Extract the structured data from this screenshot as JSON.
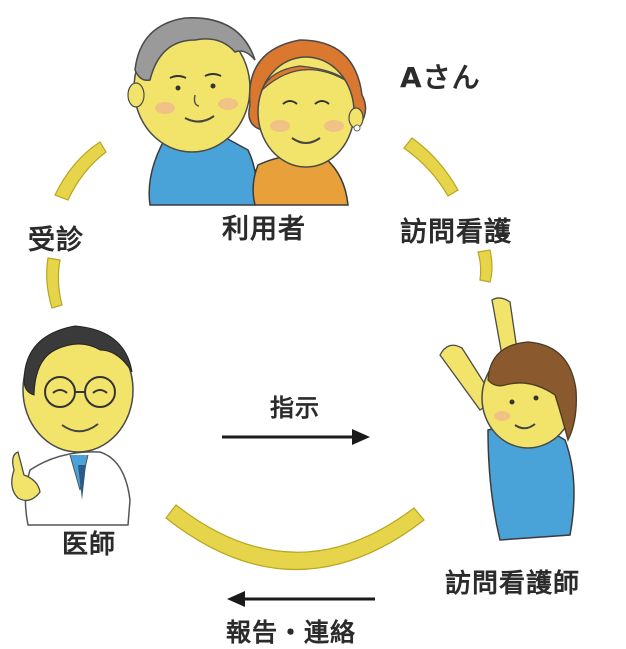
{
  "labels": {
    "a_san": "Aさん",
    "riyousha": "利用者",
    "jushin": "受診",
    "houmon_kango": "訪問看護",
    "shiji": "指示",
    "ishi": "医師",
    "houmon_kangoshi": "訪問看護師",
    "houkoku_renraku": "報告・連絡"
  },
  "colors": {
    "arc_yellow": "#e6d44a",
    "arc_stroke": "#b8a61e",
    "skin": "#f2e46a",
    "shirt_blue": "#4aa3d8",
    "shirt_orange": "#e8a03a",
    "hair_gray": "#9a9a9a",
    "hair_orange": "#d9782e",
    "hair_brown": "#8a5a2e",
    "arrow": "#1a1a1a"
  },
  "icons": [
    "elderly-man-illustration",
    "elderly-woman-illustration",
    "doctor-illustration",
    "nurse-illustration",
    "arrow-right-icon",
    "arrow-left-icon"
  ]
}
